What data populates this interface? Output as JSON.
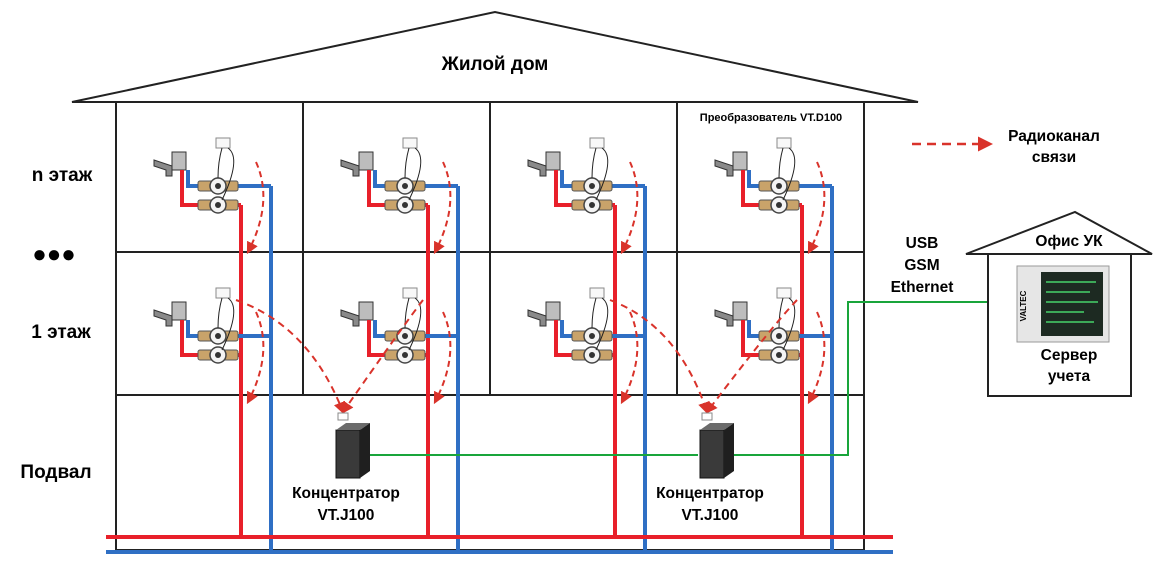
{
  "building": {
    "title": "Жилой дом"
  },
  "floors": {
    "top": "n этаж",
    "ellipsis": "●●●",
    "first": "1 этаж",
    "basement": "Подвал"
  },
  "converter_label": "Преобразователь VT.D100",
  "legend": {
    "line1": "Радиоканал",
    "line2": "связи"
  },
  "interfaces": [
    "USB",
    "GSM",
    "Ethernet"
  ],
  "concentrators": [
    {
      "line1": "Концентратор",
      "line2": "VT.J100"
    },
    {
      "line1": "Концентратор",
      "line2": "VT.J100"
    }
  ],
  "office": {
    "title": "Офис УК",
    "server_line1": "Сервер",
    "server_line2": "учета",
    "brand": "VALTEC"
  },
  "colors": {
    "hot_pipe": "#e8202a",
    "cold_pipe": "#2f6fc4",
    "radio_link": "#d9332b",
    "wired_link": "#19a53b",
    "outline": "#222222"
  }
}
